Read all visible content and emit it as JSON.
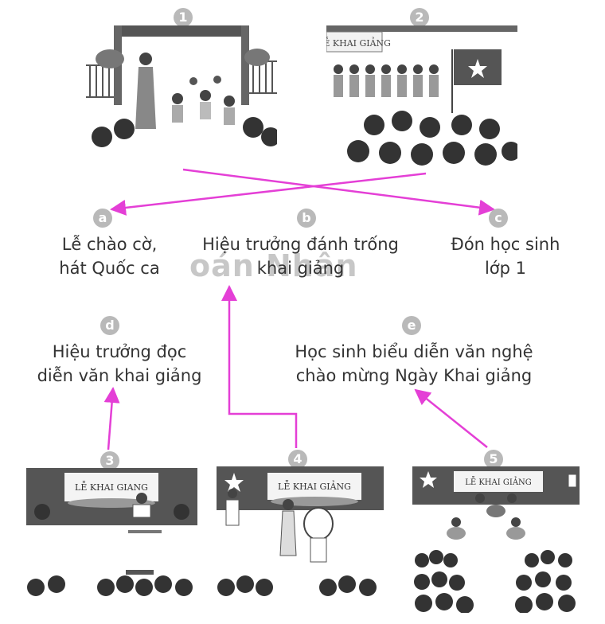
{
  "scenes_top": [
    {
      "number": "1"
    },
    {
      "number": "2",
      "banner": "LỄ KHAI GIẢNG"
    }
  ],
  "captions": [
    {
      "letter": "a",
      "line1": "Lễ chào cờ,",
      "line2": "hát Quốc ca"
    },
    {
      "letter": "b",
      "line1": "Hiệu trưởng đánh trống",
      "line2": "khai giảng"
    },
    {
      "letter": "c",
      "line1": "Đón học sinh",
      "line2": "lớp 1"
    },
    {
      "letter": "d",
      "line1": "Hiệu trưởng đọc",
      "line2": "diễn văn khai giảng"
    },
    {
      "letter": "e",
      "line1": "Học sinh biểu diễn văn nghệ",
      "line2": "chào mừng Ngày Khai giảng"
    }
  ],
  "scenes_bottom": [
    {
      "number": "3",
      "banner": "LỄ KHAI GIANG"
    },
    {
      "number": "4",
      "banner": "LỄ KHAI GIẢNG"
    },
    {
      "number": "5",
      "banner": "LỄ KHAI GIẢNG"
    }
  ],
  "watermark": "oán Nhân",
  "colors": {
    "arrow": "#e43fd6",
    "badge": "#b9b9b9",
    "ink": "#333333"
  }
}
